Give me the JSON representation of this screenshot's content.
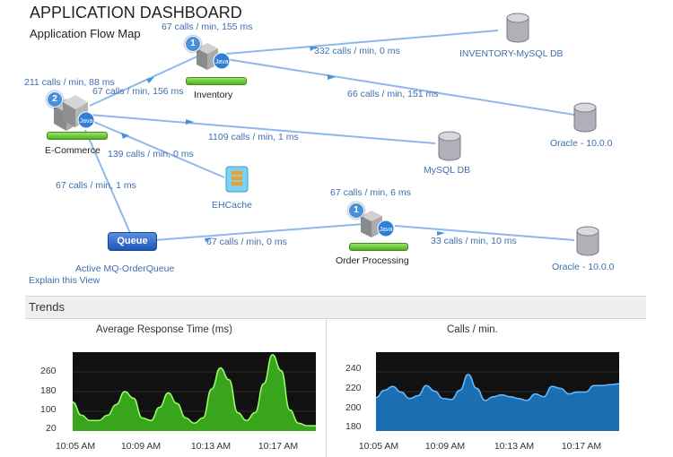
{
  "header": {
    "title": "APPLICATION DASHBOARD",
    "subtitle": "Application Flow Map"
  },
  "flow_map": {
    "nodes": {
      "ecommerce": {
        "label": "E-Commerce",
        "badge": "2",
        "calls": "211 calls / min, 88 ms"
      },
      "inventory": {
        "label": "Inventory",
        "badge": "1",
        "calls": "67 calls / min, 155 ms"
      },
      "order_processing": {
        "label": "Order Processing",
        "badge": "1",
        "calls": "67 calls / min, 6 ms"
      },
      "queue": {
        "label": "Active MQ-OrderQueue",
        "button_text": "Queue"
      },
      "ehcache": {
        "label": "EHCache"
      }
    },
    "databases": {
      "inventory_mysql": "INVENTORY-MySQL DB",
      "oracle_top": "Oracle - 10.0.0",
      "mysql": "MySQL DB",
      "oracle_bottom": "Oracle - 10.0.0"
    },
    "edges": {
      "ecom_to_inventory": "67 calls / min, 156 ms",
      "inventory_to_mysql": "332 calls / min, 0 ms",
      "inventory_to_oracle": "66 calls / min, 151 ms",
      "ecom_to_mysql": "1109 calls / min, 1 ms",
      "ecom_to_ehcache": "139 calls / min, 0 ms",
      "ecom_to_queue": "67 calls / min, 1 ms",
      "queue_to_order": "67 calls / min, 0 ms",
      "order_to_oracle": "33 calls / min, 10 ms"
    },
    "java_label": "Java",
    "explain_link": "Explain this View"
  },
  "trends": {
    "heading": "Trends",
    "colors": {
      "response_fill": "#3fbf1f",
      "calls_fill": "#1f7fd0"
    }
  },
  "chart_data": [
    {
      "type": "area",
      "title": "Average Response Time (ms)",
      "x_ticks": [
        "10:05 AM",
        "10:09 AM",
        "10:13 AM",
        "10:17 AM"
      ],
      "y_ticks": [
        260,
        180,
        100,
        20
      ],
      "ylim": [
        0,
        300
      ],
      "series": [
        {
          "values": [
            110,
            60,
            40,
            40,
            60,
            100,
            150,
            125,
            50,
            40,
            90,
            145,
            105,
            50,
            30,
            50,
            160,
            240,
            195,
            70,
            40,
            70,
            180,
            290,
            230,
            80,
            30,
            20,
            20
          ]
        }
      ]
    },
    {
      "type": "area",
      "title": "Calls / min.",
      "x_ticks": [
        "10:05 AM",
        "10:09 AM",
        "10:13 AM",
        "10:17 AM"
      ],
      "y_ticks": [
        240,
        220,
        200,
        180
      ],
      "ylim": [
        170,
        255
      ],
      "series": [
        {
          "values": [
            206,
            214,
            218,
            212,
            205,
            208,
            219,
            213,
            205,
            204,
            214,
            231,
            216,
            203,
            207,
            209,
            207,
            205,
            203,
            210,
            207,
            218,
            216,
            210,
            212,
            212,
            219,
            219,
            220,
            221
          ]
        }
      ]
    }
  ]
}
